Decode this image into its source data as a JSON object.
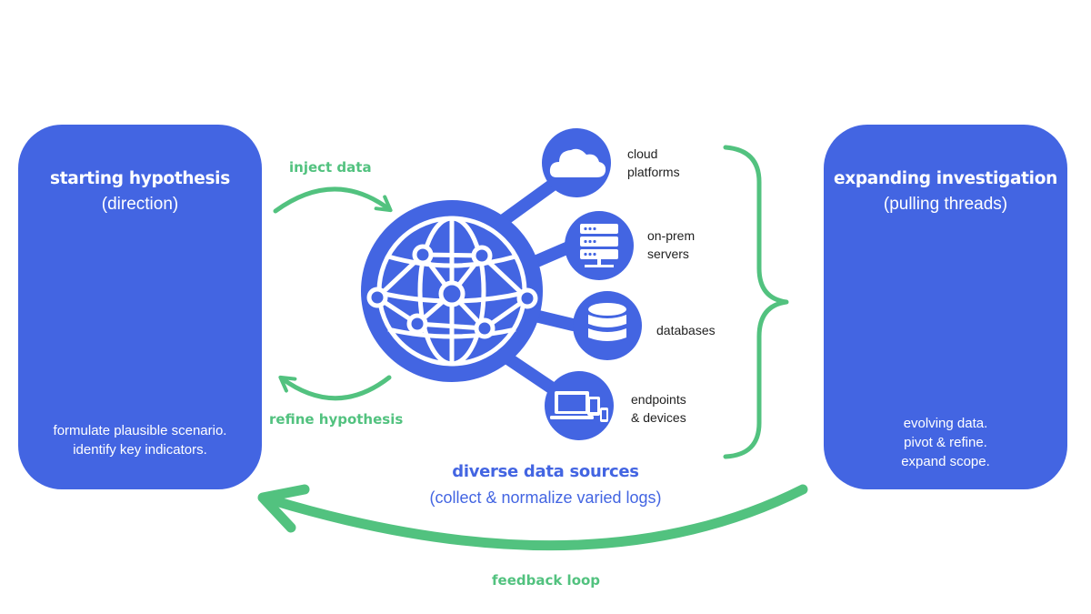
{
  "left_card": {
    "title": "starting hypothesis",
    "subtitle": "(direction)",
    "lines": [
      "formulate plausible scenario.",
      "identify key indicators."
    ],
    "icon": "sparkles-icon"
  },
  "right_card": {
    "title": "expanding investigation",
    "subtitle": "(pulling threads)",
    "lines": [
      "evolving data.",
      "pivot & refine.",
      "expand scope."
    ],
    "icon": "magnifier-expand-icon"
  },
  "arrows": {
    "inject": "inject data",
    "refine": "refine hypothesis",
    "feedback": "feedback loop"
  },
  "center": {
    "title": "diverse data sources",
    "subtitle": "(collect & normalize varied logs)",
    "hub_icon": "globe-network-icon"
  },
  "sources": [
    {
      "icon": "cloud-icon",
      "line1": "cloud",
      "line2": "platforms"
    },
    {
      "icon": "server-icon",
      "line1": "on-prem",
      "line2": "servers"
    },
    {
      "icon": "database-icon",
      "line1": "databases",
      "line2": ""
    },
    {
      "icon": "devices-icon",
      "line1": "endpoints",
      "line2": "& devices"
    }
  ],
  "colors": {
    "blue": "#4365e2",
    "green": "#52c27f",
    "text": "#222222",
    "white": "#ffffff"
  }
}
